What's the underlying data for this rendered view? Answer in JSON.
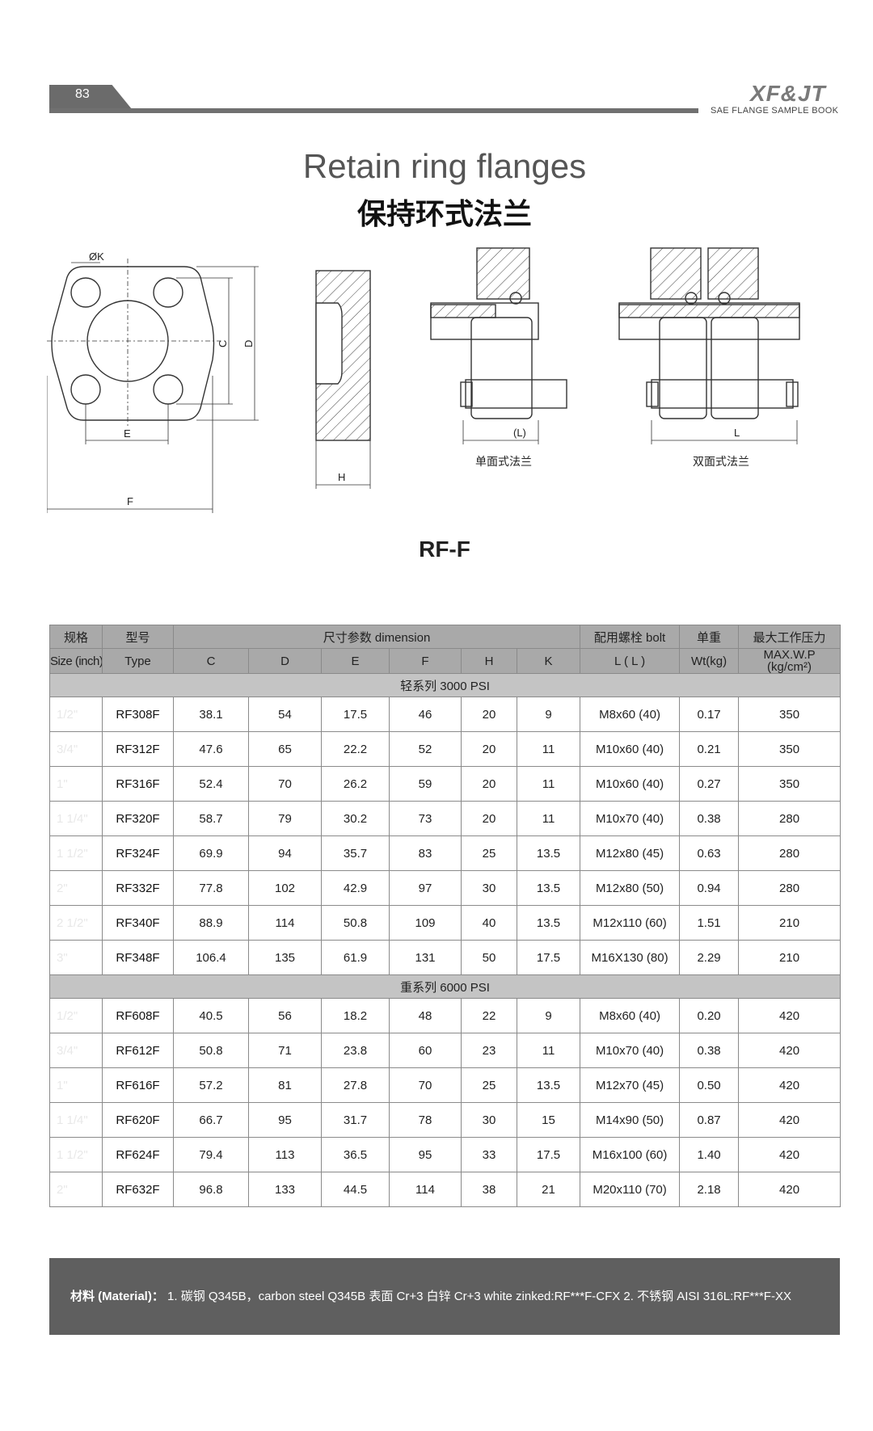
{
  "header": {
    "page_number": "83",
    "brand": "XF&JT",
    "brand_subtitle": "SAE FLANGE SAMPLE BOOK"
  },
  "title_en": "Retain ring flanges",
  "title_cn": "保持环式法兰",
  "drawing_labels": {
    "k": "ØK",
    "c": "C",
    "d": "D",
    "e": "E",
    "f": "F",
    "h": "H",
    "l_paren": "(L)",
    "l": "L",
    "single_face": "单面式法兰",
    "double_face": "双面式法兰"
  },
  "model_code": "RF-F",
  "table": {
    "headers_cn": {
      "size": "规格",
      "type": "型号",
      "dimension": "尺寸参数  dimension",
      "bolt": "配用螺栓 bolt",
      "weight": "单重",
      "wp": "最大工作压力"
    },
    "headers_en": {
      "size": "Size (inch)",
      "type": "Type",
      "c": "C",
      "d": "D",
      "e": "E",
      "f": "F",
      "h": "H",
      "k": "K",
      "bolt": "L ( L )",
      "weight": "Wt(kg)",
      "wp_line1": "MAX.W.P",
      "wp_line2": "(kg/cm²)"
    },
    "sections": [
      {
        "title": "轻系列 3000 PSI",
        "rows": [
          {
            "size": "1/2\"",
            "type": "RF308F",
            "c": "38.1",
            "d": "54",
            "e": "17.5",
            "f": "46",
            "h": "20",
            "k": "9",
            "bolt": "M8x60 (40)",
            "wt": "0.17",
            "wp": "350"
          },
          {
            "size": "3/4\"",
            "type": "RF312F",
            "c": "47.6",
            "d": "65",
            "e": "22.2",
            "f": "52",
            "h": "20",
            "k": "11",
            "bolt": "M10x60 (40)",
            "wt": "0.21",
            "wp": "350"
          },
          {
            "size": "1\"",
            "type": "RF316F",
            "c": "52.4",
            "d": "70",
            "e": "26.2",
            "f": "59",
            "h": "20",
            "k": "11",
            "bolt": "M10x60 (40)",
            "wt": "0.27",
            "wp": "350"
          },
          {
            "size": "1 1/4\"",
            "type": "RF320F",
            "c": "58.7",
            "d": "79",
            "e": "30.2",
            "f": "73",
            "h": "20",
            "k": "11",
            "bolt": "M10x70 (40)",
            "wt": "0.38",
            "wp": "280"
          },
          {
            "size": "1 1/2\"",
            "type": "RF324F",
            "c": "69.9",
            "d": "94",
            "e": "35.7",
            "f": "83",
            "h": "25",
            "k": "13.5",
            "bolt": "M12x80 (45)",
            "wt": "0.63",
            "wp": "280"
          },
          {
            "size": "2\"",
            "type": "RF332F",
            "c": "77.8",
            "d": "102",
            "e": "42.9",
            "f": "97",
            "h": "30",
            "k": "13.5",
            "bolt": "M12x80 (50)",
            "wt": "0.94",
            "wp": "280"
          },
          {
            "size": "2 1/2\"",
            "type": "RF340F",
            "c": "88.9",
            "d": "114",
            "e": "50.8",
            "f": "109",
            "h": "40",
            "k": "13.5",
            "bolt": "M12x110 (60)",
            "wt": "1.51",
            "wp": "210"
          },
          {
            "size": "3\"",
            "type": "RF348F",
            "c": "106.4",
            "d": "135",
            "e": "61.9",
            "f": "131",
            "h": "50",
            "k": "17.5",
            "bolt": "M16X130 (80)",
            "wt": "2.29",
            "wp": "210"
          }
        ]
      },
      {
        "title": "重系列 6000 PSI",
        "rows": [
          {
            "size": "1/2\"",
            "type": "RF608F",
            "c": "40.5",
            "d": "56",
            "e": "18.2",
            "f": "48",
            "h": "22",
            "k": "9",
            "bolt": "M8x60 (40)",
            "wt": "0.20",
            "wp": "420"
          },
          {
            "size": "3/4\"",
            "type": "RF612F",
            "c": "50.8",
            "d": "71",
            "e": "23.8",
            "f": "60",
            "h": "23",
            "k": "11",
            "bolt": "M10x70 (40)",
            "wt": "0.38",
            "wp": "420"
          },
          {
            "size": "1\"",
            "type": "RF616F",
            "c": "57.2",
            "d": "81",
            "e": "27.8",
            "f": "70",
            "h": "25",
            "k": "13.5",
            "bolt": "M12x70 (45)",
            "wt": "0.50",
            "wp": "420"
          },
          {
            "size": "1 1/4\"",
            "type": "RF620F",
            "c": "66.7",
            "d": "95",
            "e": "31.7",
            "f": "78",
            "h": "30",
            "k": "15",
            "bolt": "M14x90 (50)",
            "wt": "0.87",
            "wp": "420"
          },
          {
            "size": "1 1/2\"",
            "type": "RF624F",
            "c": "79.4",
            "d": "113",
            "e": "36.5",
            "f": "95",
            "h": "33",
            "k": "17.5",
            "bolt": "M16x100 (60)",
            "wt": "1.40",
            "wp": "420"
          },
          {
            "size": "2\"",
            "type": "RF632F",
            "c": "96.8",
            "d": "133",
            "e": "44.5",
            "f": "114",
            "h": "38",
            "k": "21",
            "bolt": "M20x110 (70)",
            "wt": "2.18",
            "wp": "420"
          }
        ]
      }
    ]
  },
  "material": {
    "label": "材料 (Material)：",
    "text": "1. 碳钢 Q345B，carbon steel Q345B    表面 Cr+3 白锌 Cr+3 white zinked:RF***F-CFX    2.  不锈钢 AISI 316L:RF***F-XX"
  }
}
